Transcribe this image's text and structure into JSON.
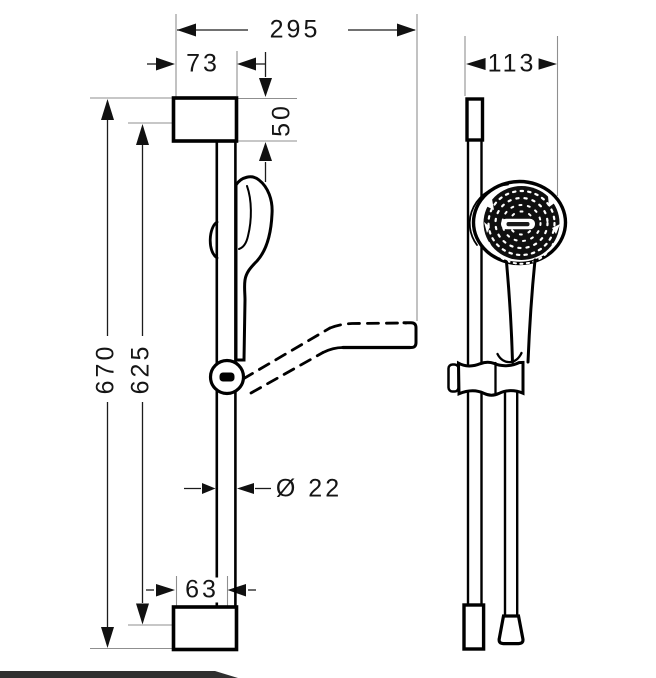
{
  "dimensions": {
    "overall_width": "295",
    "bracket_width": "73",
    "bracket_height": "50",
    "side_depth": "113",
    "total_height": "670",
    "bar_length": "625",
    "bar_diameter": "Ø 22",
    "bottom_offset": "63"
  },
  "colors": {
    "outline": "#000000",
    "dimension_line": "#1c1c1c",
    "extension_line": "#8f8f8f",
    "text": "#151515",
    "shower_face": "#0f0f0f",
    "footer_bar": "#303030",
    "background": "#ffffff"
  }
}
